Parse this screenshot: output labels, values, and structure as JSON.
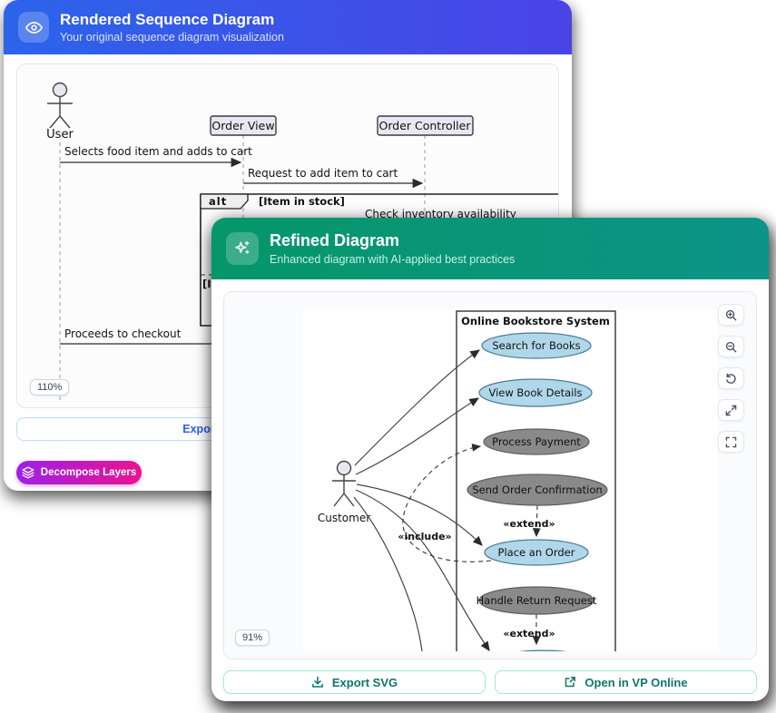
{
  "panels": {
    "rendered": {
      "title": "Rendered Sequence Diagram",
      "subtitle": "Your original sequence diagram visualization",
      "header_icon": "eye-icon",
      "zoom_level": "110%",
      "actions": {
        "export": "Export SVG",
        "decompose": "Decompose Layers"
      },
      "diagram": {
        "actor": "User",
        "participants": {
          "view": "Order View",
          "controller": "Order Controller"
        },
        "messages": {
          "m1": "Selects food item and adds to cart",
          "m2": "Request to add item to cart",
          "m3": "Check inventory availability",
          "m4": "Proceeds to checkout"
        },
        "alt": {
          "operator": "alt",
          "guard": "[Item in stock]",
          "else_guard": "[Item out of stock]"
        }
      }
    },
    "refined": {
      "title": "Refined Diagram",
      "subtitle": "Enhanced diagram with AI-applied best practices",
      "header_icon": "sparkles-icon",
      "zoom_level": "91%",
      "actions": {
        "export": "Export SVG",
        "open": "Open in VP Online"
      },
      "toolbar_icons": [
        "zoom-in",
        "zoom-out",
        "reset",
        "expand",
        "fullscreen"
      ],
      "diagram": {
        "system": "Online Bookstore System",
        "actor": "Customer",
        "usecases": [
          {
            "label": "Search for Books",
            "style": "primary"
          },
          {
            "label": "View Book Details",
            "style": "primary"
          },
          {
            "label": "Process Payment",
            "style": "muted"
          },
          {
            "label": "Send Order Confirmation",
            "style": "muted"
          },
          {
            "label": "Place an Order",
            "style": "primary"
          },
          {
            "label": "Handle Return Request",
            "style": "muted"
          }
        ],
        "stereotypes": {
          "extend": "«extend»",
          "include": "«include»"
        }
      }
    }
  },
  "colors": {
    "rendered_header_from": "#2c64ea",
    "rendered_header_to": "#4a43e6",
    "refined_header_from": "#059669",
    "refined_header_to": "#0d9488",
    "export_blue": "#2563eb",
    "export_teal": "#0f766e",
    "decompose_from": "#9b21e8",
    "decompose_to": "#ec1390",
    "usecase_primary_fill": "#afd7e9",
    "usecase_muted_fill": "#8a8a8a"
  }
}
